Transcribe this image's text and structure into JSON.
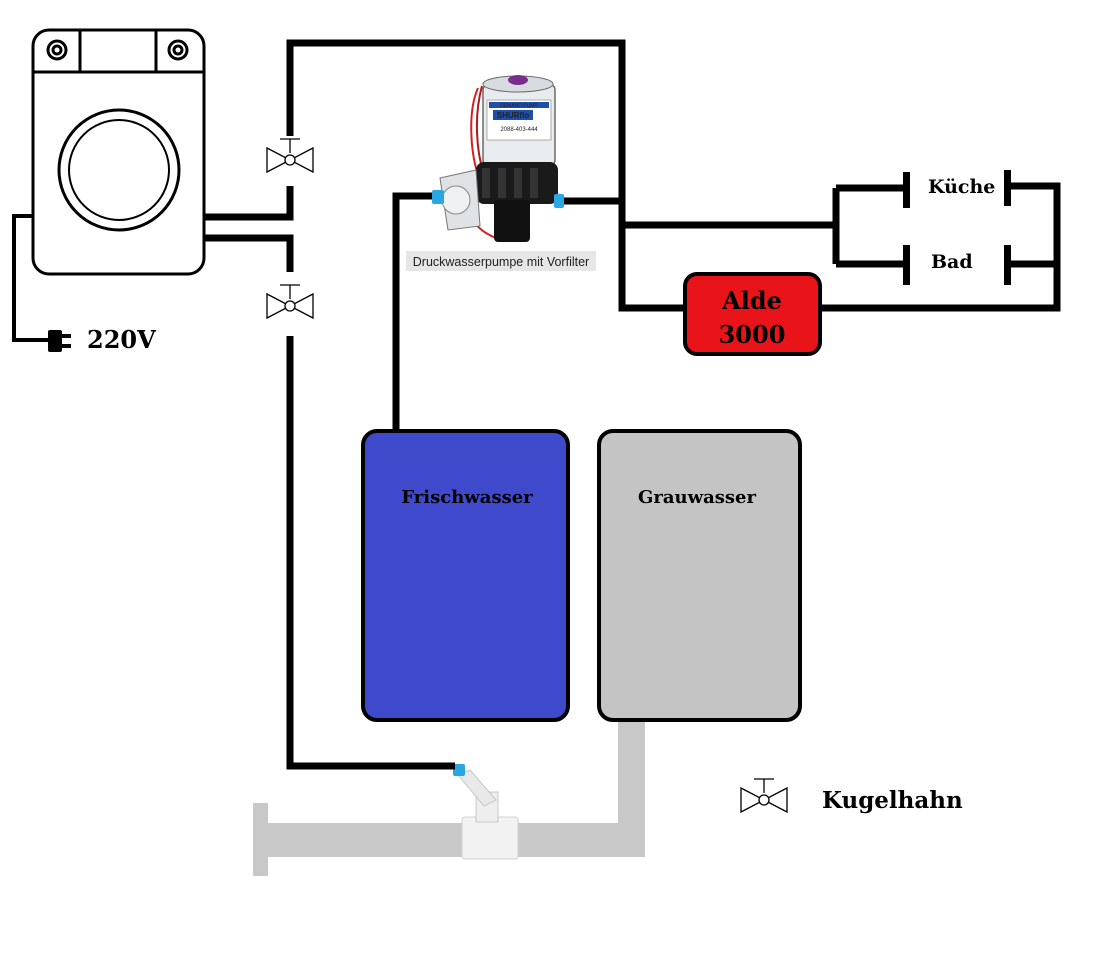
{
  "labels": {
    "power": "220V",
    "kitchen": "Küche",
    "bath": "Bad",
    "heater_line1": "Alde",
    "heater_line2": "3000",
    "fresh_tank": "Frischwasser",
    "grey_tank": "Grauwasser",
    "pump_caption": "Druckwasserpumpe mit Vorfilter",
    "legend_valve": "Kugelhahn",
    "pump_brand": "SHURflo",
    "pump_model": "2088-403-444",
    "pump_top": "DEMAND PUMP"
  },
  "colors": {
    "pipe": "#000000",
    "heater": "#e8141a",
    "fresh_tank": "#3f49cc",
    "grey_tank": "#c4c4c4",
    "drain": "#c8c8c8",
    "pump_label": "#1f4fa8",
    "fitting": "#2aa7e0"
  },
  "icons": [
    "washing-machine-icon",
    "plug-icon",
    "ball-valve-icon",
    "water-pump-icon",
    "tap-icon",
    "drain-fitting-icon"
  ]
}
